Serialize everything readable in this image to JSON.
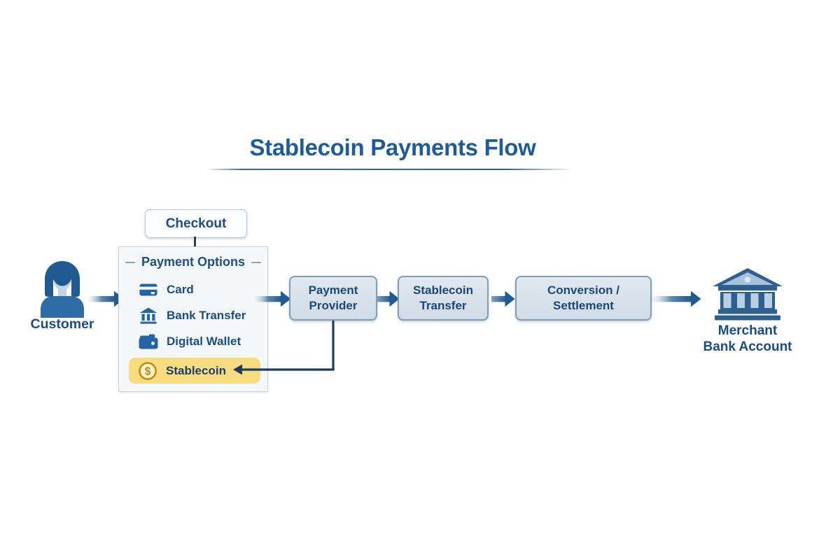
{
  "title": {
    "text": "Stablecoin Payments Flow"
  },
  "customer": {
    "label": "Customer"
  },
  "checkout": {
    "label": "Checkout"
  },
  "payment_options": {
    "header": "Payment Options",
    "items": [
      {
        "label": "Card",
        "icon": "credit-card-icon"
      },
      {
        "label": "Bank Transfer",
        "icon": "bank-icon"
      },
      {
        "label": "Digital Wallet",
        "icon": "wallet-icon"
      },
      {
        "label": "Stablecoin",
        "icon": "dollar-coin-icon",
        "highlighted": true
      }
    ],
    "coin_symbol": "$"
  },
  "flow_nodes": {
    "payment_provider": {
      "line1": "Payment",
      "line2": "Provider"
    },
    "stablecoin_transfer": {
      "line1": "Stablecoin",
      "line2": "Transfer"
    },
    "conversion_settlement": {
      "line1": "Conversion /",
      "line2": "Settlement"
    }
  },
  "merchant": {
    "line1": "Merchant",
    "line2": "Bank Account"
  },
  "connections": [
    "customer-to-payment-options",
    "checkout-to-payment-options",
    "payment-options-to-payment-provider",
    "payment-provider-to-stablecoin-transfer",
    "stablecoin-transfer-to-conversion-settlement",
    "conversion-settlement-to-merchant-bank",
    "payment-provider-to-stablecoin-option"
  ],
  "colors": {
    "title_blue": "#1e5b99",
    "text_blue": "#1b4d85",
    "icon_blue": "#2464a4",
    "arrow_blue": "#1f5a93",
    "connector_navy": "#1d3c60",
    "highlight_yellow": "#f8dc80",
    "coin_gold": "#bf8e12",
    "box_fill": "#d6e0e9",
    "box_border": "#7f9db8",
    "panel_fill": "#f4f8fb"
  }
}
